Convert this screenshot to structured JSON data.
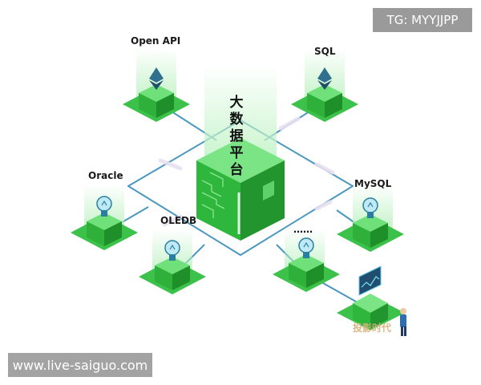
{
  "overlays": {
    "tg_label": "TG: MYYJJPP",
    "site_label": "www.live-saiguo.com",
    "watermark": "投影时代"
  },
  "diagram": {
    "center_title_chars": [
      "大",
      "数",
      "据",
      "平",
      "台"
    ],
    "nodes": [
      {
        "id": "openapi",
        "label": "Open API",
        "icon": "ethereum-diamond-icon"
      },
      {
        "id": "sql",
        "label": "SQL",
        "icon": "ethereum-diamond-icon"
      },
      {
        "id": "oracle",
        "label": "Oracle",
        "icon": "lightbulb-icon"
      },
      {
        "id": "mysql",
        "label": "MySQL",
        "icon": "lightbulb-icon"
      },
      {
        "id": "oledb",
        "label": "OLEDB",
        "icon": "lightbulb-icon"
      },
      {
        "id": "more",
        "label": "……",
        "icon": "lightbulb-icon"
      }
    ]
  },
  "colors": {
    "cube_top": "#6fe07a",
    "cube_left": "#2fb03a",
    "cube_right": "#1f8f2a",
    "platform": "#3cc24a",
    "line": "#3a8fb8",
    "glow": "#c8f5cc"
  }
}
